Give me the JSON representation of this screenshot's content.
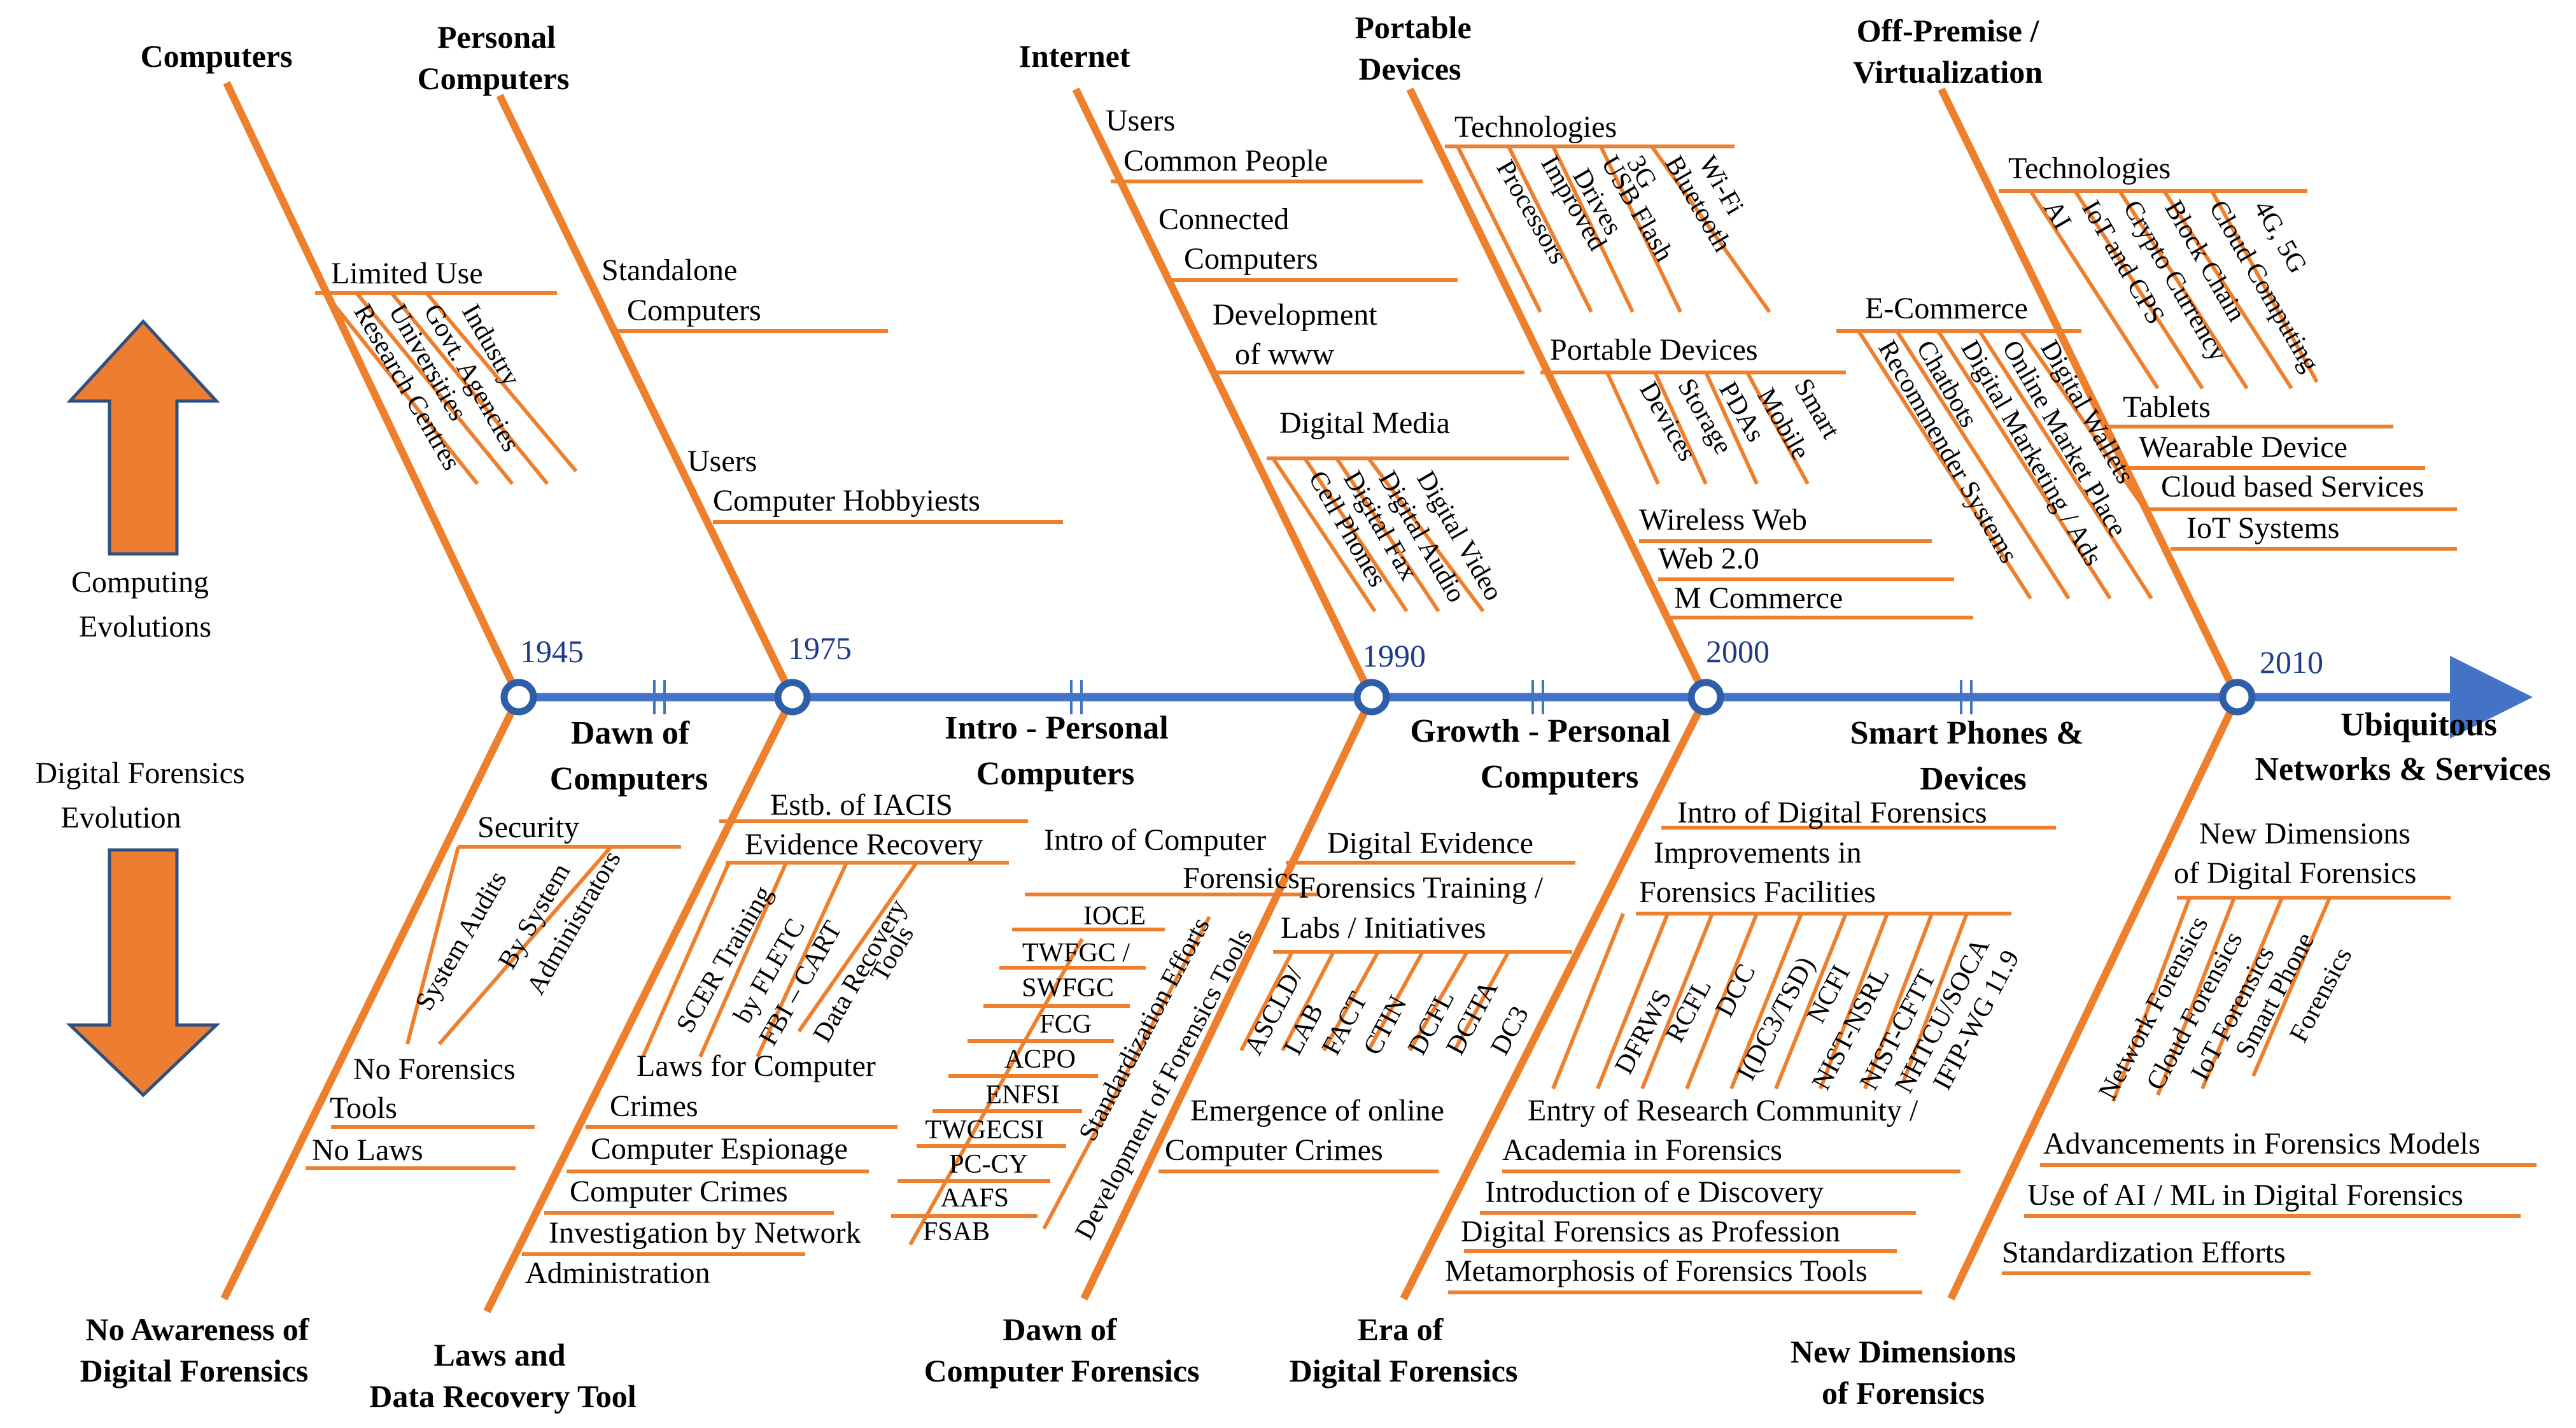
{
  "colors": {
    "bone": "#EE7F2D",
    "axis": "#4472C4",
    "year": "#1F3C88",
    "text": "#000000",
    "arrow_fill": "#ED7D31",
    "arrow_stroke": "#2F4F7F"
  },
  "side_labels": {
    "computing": [
      "Computing",
      "Evolutions"
    ],
    "forensics": [
      "Digital Forensics",
      "Evolution"
    ]
  },
  "years": [
    "1945",
    "1975",
    "1990",
    "2000",
    "2010"
  ],
  "eras": [
    [
      "Dawn of",
      "Computers"
    ],
    [
      "Intro - Personal",
      "Computers"
    ],
    [
      "Growth - Personal",
      "Computers"
    ],
    [
      "Smart Phones &",
      "Devices"
    ],
    [
      "Ubiquitous",
      "Networks & Services"
    ]
  ],
  "top_titles": [
    [
      "Computers"
    ],
    [
      "Personal",
      "Computers"
    ],
    [
      "Internet"
    ],
    [
      "Portable",
      "Devices"
    ],
    [
      "Off-Premise /",
      "Virtualization"
    ]
  ],
  "bottom_titles": [
    [
      "No Awareness of",
      "Digital Forensics"
    ],
    [
      "Laws and",
      "Data Recovery Tool"
    ],
    [
      "Dawn of",
      "Computer Forensics"
    ],
    [
      "Era of",
      "Digital Forensics"
    ],
    [
      "New Dimensions",
      "of Forensics"
    ]
  ],
  "computers": {
    "limited_use": "Limited Use",
    "items": [
      "Industry",
      "Govt. Agencies",
      "Universities",
      "Research Centres"
    ]
  },
  "personal_computers": {
    "standalone": [
      "Standalone",
      "Computers"
    ],
    "users": [
      "Users",
      "Computer Hobbyiests"
    ]
  },
  "internet": {
    "users": [
      "Users",
      "Common People"
    ],
    "connected": [
      "Connected",
      "Computers"
    ],
    "www": [
      "Development",
      "of www"
    ],
    "digital_media": "Digital Media",
    "media_items": [
      "Digital Video",
      "Digital Audio",
      "Digital Fax",
      "Cell Phones"
    ]
  },
  "portable": {
    "technologies": "Technologies",
    "tech_items": [
      [
        "Wi-Fi"
      ],
      [
        "Bluetooth"
      ],
      [
        "3G"
      ],
      [
        "USB Flash",
        "Drives"
      ],
      [
        "Improved",
        "Processors"
      ]
    ],
    "portable_devices": "Portable Devices",
    "pd_items": [
      [
        "Smart",
        "Mobile"
      ],
      [
        "PDAs"
      ],
      [
        "Storage",
        "Devices"
      ]
    ],
    "web": [
      "Wireless Web",
      "Web 2.0",
      "M Commerce"
    ]
  },
  "offprem": {
    "technologies": "Technologies",
    "tech_items": [
      "4G, 5G",
      "Cloud Computing",
      "Block Chain",
      "Crypto Currency",
      "IoT and CPS",
      "AI"
    ],
    "ecommerce": "E-Commerce",
    "ec_items": [
      "Digital Wallets",
      "Online Market Place",
      "Digital Marketing / Ads",
      "Chatbots",
      "Recommender Systems"
    ],
    "others": [
      "Tablets",
      "Wearable Device",
      "Cloud based Services",
      "IoT Systems"
    ]
  },
  "noawareness": {
    "security": "Security",
    "sec_items": [
      [
        "By System",
        "Administrators"
      ],
      [
        "System Audits"
      ]
    ],
    "no_tools": [
      "No Forensics",
      "Tools"
    ],
    "no_laws": "No  Laws"
  },
  "laws": {
    "iacis": "Estb. of  IACIS",
    "evidence": "Evidence Recovery",
    "er_items": [
      [
        "Data Recovery",
        "Tools"
      ],
      [
        "FBI – CART"
      ],
      [
        "SCER Training",
        "by FLETC"
      ]
    ],
    "laws": [
      "Laws for Computer",
      "Crimes"
    ],
    "espionage": "Computer Espionage",
    "crimes": "Computer Crimes",
    "investigation": [
      "Investigation by Network",
      "Administration"
    ]
  },
  "dawncf": {
    "intro": [
      "Intro of  Computer",
      "Forensics"
    ],
    "orgs": [
      "IOCE",
      "TWFGC /",
      "SWFGC",
      "FCG",
      "ACPO",
      "ENFSI",
      "TWGECSI",
      "PC-CY",
      "AAFS",
      "FSAB"
    ],
    "diag": [
      "Standardization Efforts",
      "Development of Forensics Tools"
    ],
    "emergence": [
      "Emergence of online",
      "Computer Crimes"
    ]
  },
  "eradf": {
    "evidence": "Digital Evidence",
    "training": [
      "Forensics Training /",
      "Labs / Initiatives"
    ],
    "labs": [
      "ASCLD/",
      "LAB",
      "FACT",
      "CTIN",
      "DCFL",
      "DCITA",
      "DC3"
    ],
    "intro": "Intro of Digital Forensics",
    "improvements": [
      "Improvements in",
      "Forensics Facilities"
    ],
    "facilities": [
      "DFRWS",
      "RCFL",
      "DCC",
      "I(DC3/TSD)",
      "NCFI",
      "NIST-NSRL",
      "NIST-CFTT",
      "NHTCU/SOCA",
      "IFIP-WG 11.9"
    ],
    "research": [
      "Entry of Research Community /",
      "Academia in Forensics"
    ],
    "ediscovery": "Introduction of e Discovery",
    "profession": "Digital Forensics as Profession",
    "metamorphosis": "Metamorphosis of  Forensics Tools"
  },
  "newdim": {
    "nd": [
      "New Dimensions",
      "of Digital Forensics"
    ],
    "items": [
      "Network Forensics",
      "Cloud Forensics",
      "IoT Forensics",
      "Smart Phone",
      "Forensics"
    ],
    "advancements": "Advancements in Forensics Models",
    "ai": "Use of AI / ML in Digital Forensics",
    "standardization": "Standardization Efforts"
  }
}
